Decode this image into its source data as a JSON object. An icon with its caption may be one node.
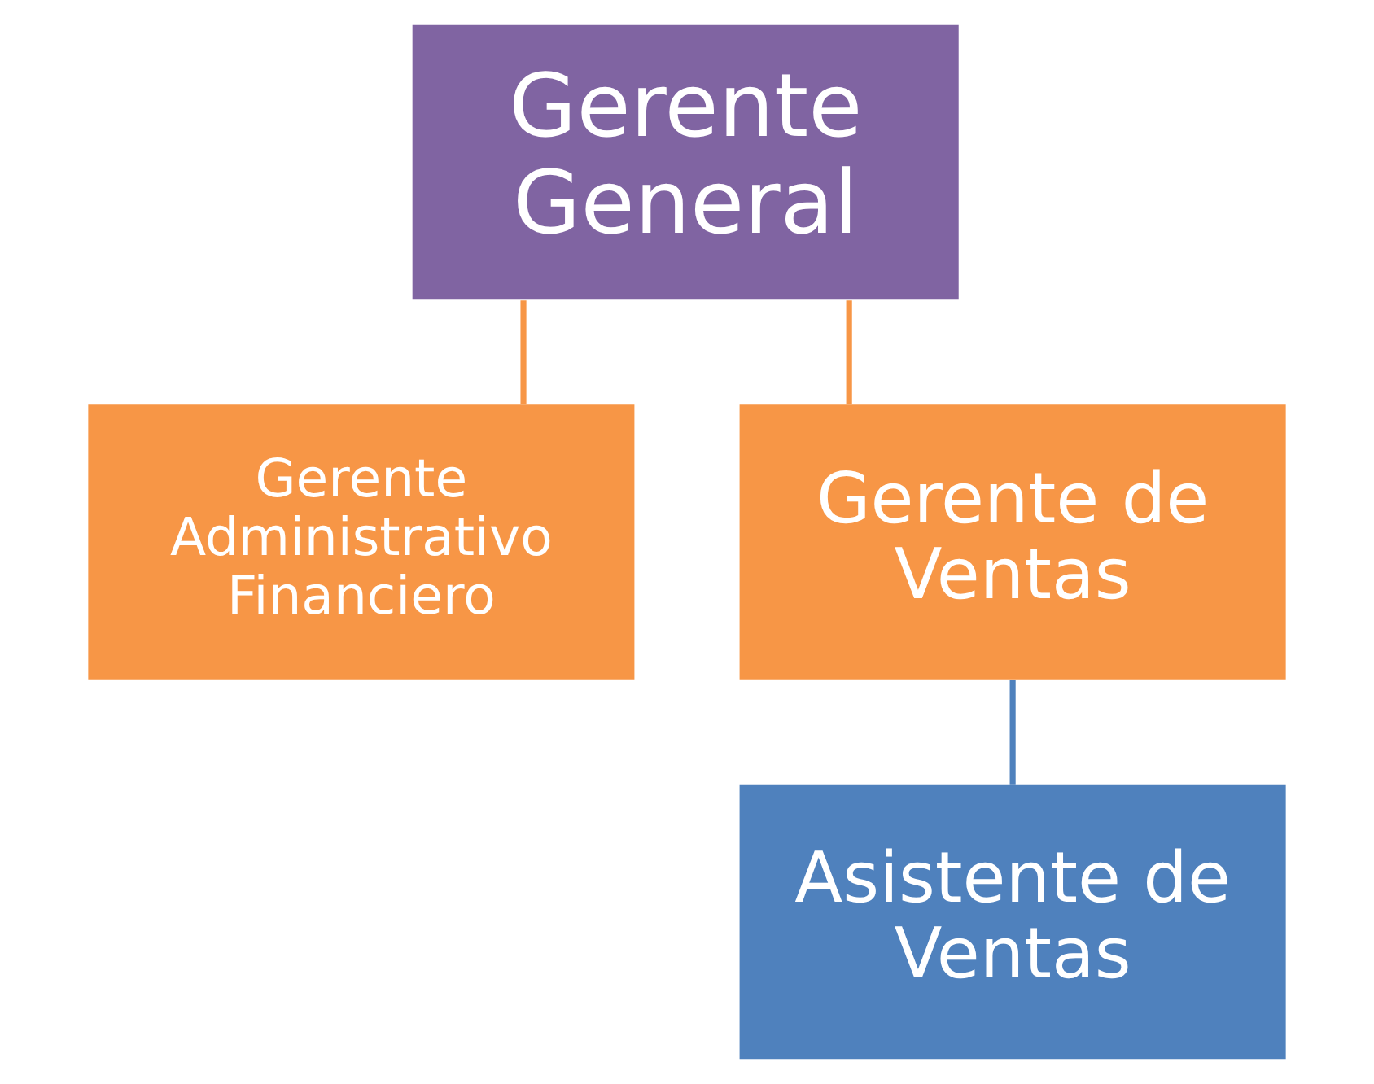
{
  "diagram": {
    "nodes": [
      {
        "text": [
          "Gerente General"
        ]
      },
      {
        "text": [
          "Gerente Administrativo Financiero"
        ]
      },
      {
        "text": [
          "Gerente de Ventas"
        ]
      },
      {
        "text": [
          "Asistente de Ventas"
        ]
      }
    ],
    "edges": [
      {
        "from": 0,
        "to": 1,
        "arrow": "none"
      },
      {
        "from": 0,
        "to": 2,
        "arrow": "none"
      },
      {
        "from": 2,
        "to": 3,
        "arrow": "none",
        "color": "#4f81bd"
      }
    ]
  }
}
